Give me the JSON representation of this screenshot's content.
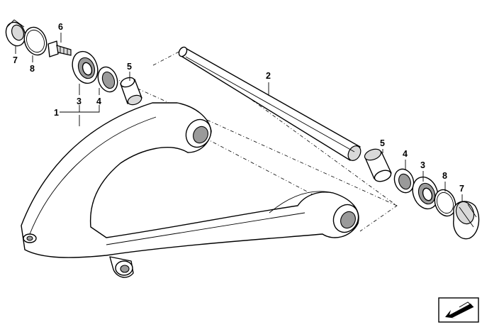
{
  "callouts": [
    {
      "id": "c1",
      "text": "1"
    },
    {
      "id": "c2",
      "text": "2"
    },
    {
      "id": "c3l",
      "text": "3"
    },
    {
      "id": "c4l",
      "text": "4"
    },
    {
      "id": "c5l",
      "text": "5"
    },
    {
      "id": "c6",
      "text": "6"
    },
    {
      "id": "c7l",
      "text": "7"
    },
    {
      "id": "c8l",
      "text": "8"
    },
    {
      "id": "c5r",
      "text": "5"
    },
    {
      "id": "c4r",
      "text": "4"
    },
    {
      "id": "c3r",
      "text": "3"
    },
    {
      "id": "c8r",
      "text": "8"
    },
    {
      "id": "c7r",
      "text": "7"
    }
  ],
  "icons": {
    "corner": "arrow-symbol-icon"
  }
}
